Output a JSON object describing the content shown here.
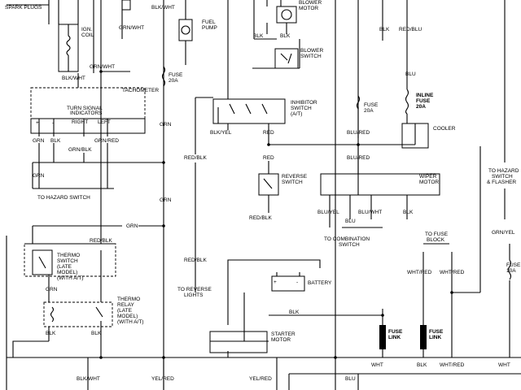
{
  "labels": {
    "spark_plugs": "SPARK PLUGS",
    "ign_coil_1": "IGN.",
    "ign_coil_2": "COIL",
    "blk_wht_top": "BLK/WHT",
    "grn_wht_a": "GRN/WHT",
    "grn_wht_b": "GRN/WHT",
    "blk_wht_coil": "BLK/WHT",
    "fuel_pump_1": "FUEL",
    "fuel_pump_2": "PUMP",
    "blower_motor_1": "BLOWER",
    "blower_motor_2": "MOTOR",
    "blk_blower_l": "BLK",
    "blk_blower_r": "BLK",
    "blower_switch_1": "BLOWER",
    "blower_switch_2": "SWITCH",
    "blk_right_top": "BLK",
    "red_blu": "RED/BLU",
    "blu": "BLU",
    "inline_fuse_1": "INLINE",
    "inline_fuse_2": "FUSE",
    "inline_fuse_3": "20A",
    "cooler": "COOLER",
    "fuse_20a_1_a": "FUSE",
    "fuse_20a_1_b": "20A",
    "fuse_20a_2_a": "FUSE",
    "fuse_20a_2_b": "20A",
    "tachometer": "TACHOMETER",
    "turn_signal_1": "TURN SIGNAL",
    "turn_signal_2": "INDICATORS",
    "right": "RIGHT",
    "left": "LEFT",
    "inhibitor_1": "INHIBITOR",
    "inhibitor_2": "SWITCH",
    "inhibitor_3": "(A/T)",
    "grn_a": "GRN",
    "blk_a": "BLK",
    "grn_blk": "GRN/BLK",
    "grn_red": "GRN/RED",
    "grn_mid": "GRN",
    "blk_yel": "BLK/YEL",
    "red_a": "RED",
    "blu_red_a": "BLU/RED",
    "red_b": "RED",
    "blu_red_b": "BLU/RED",
    "grn_b": "GRN",
    "red_blk_a": "RED/BLK",
    "reverse_switch_1": "REVERSE",
    "reverse_switch_2": "SWITCH",
    "wiper_motor_1": "WIPER",
    "wiper_motor_2": "MOTOR",
    "to_hazard_switch": "TO HAZARD SWITCH",
    "grn_c": "GRN",
    "to_hazard_flasher_1": "TO HAZARD",
    "to_hazard_flasher_2": "SWITCH",
    "to_hazard_flasher_3": "& FLASHER",
    "grn_d": "GRN",
    "red_blk_b": "RED/BLK",
    "red_blk_c": "RED/BLK",
    "blu_yel": "BLU/YEL",
    "blu_wht": "BLU/WHT",
    "blk_wiper": "BLK",
    "blu_wiper": "BLU",
    "to_combination_1": "TO COMBINATION",
    "to_combination_2": "SWITCH",
    "to_fuse_block_1": "TO FUSE",
    "to_fuse_block_2": "BLOCK",
    "grn_yel": "GRN/YEL",
    "thermo_switch_1": "THERMO",
    "thermo_switch_2": "SWITCH",
    "thermo_switch_3": "(LATE",
    "thermo_switch_4": "MODEL)",
    "thermo_switch_5": "(WITH A/T)",
    "grn_e": "GRN",
    "red_blk_d": "RED/BLK",
    "battery": "BATTERY",
    "to_reverse_1": "TO REVERSE",
    "to_reverse_2": "LIGHTS",
    "wht_red_a": "WHT/RED",
    "wht_red_b": "WHT/RED",
    "fuse_10a_1": "FUSE",
    "fuse_10a_2": "10A",
    "thermo_relay_1": "THERMO",
    "thermo_relay_2": "RELAY",
    "thermo_relay_3": "(LATE",
    "thermo_relay_4": "MODEL)",
    "thermo_relay_5": "(WITH A/T)",
    "blk_starter": "BLK",
    "starter_1": "STARTER",
    "starter_2": "MOTOR",
    "fuse_link_1a": "FUSE",
    "fuse_link_1b": "LINK",
    "fuse_link_2a": "FUSE",
    "fuse_link_2b": "LINK",
    "blk_relay_l": "BLK",
    "blk_relay_r": "BLK",
    "wht_a": "WHT",
    "blk_b": "BLK",
    "wht_red_c": "WHT/RED",
    "wht_b": "WHT",
    "blk_wht_bottom": "BLK/WHT",
    "yel_red_a": "YEL/RED",
    "yel_red_b": "YEL/RED",
    "blu_bottom": "BLU",
    "plus": "+",
    "minus": "-"
  }
}
